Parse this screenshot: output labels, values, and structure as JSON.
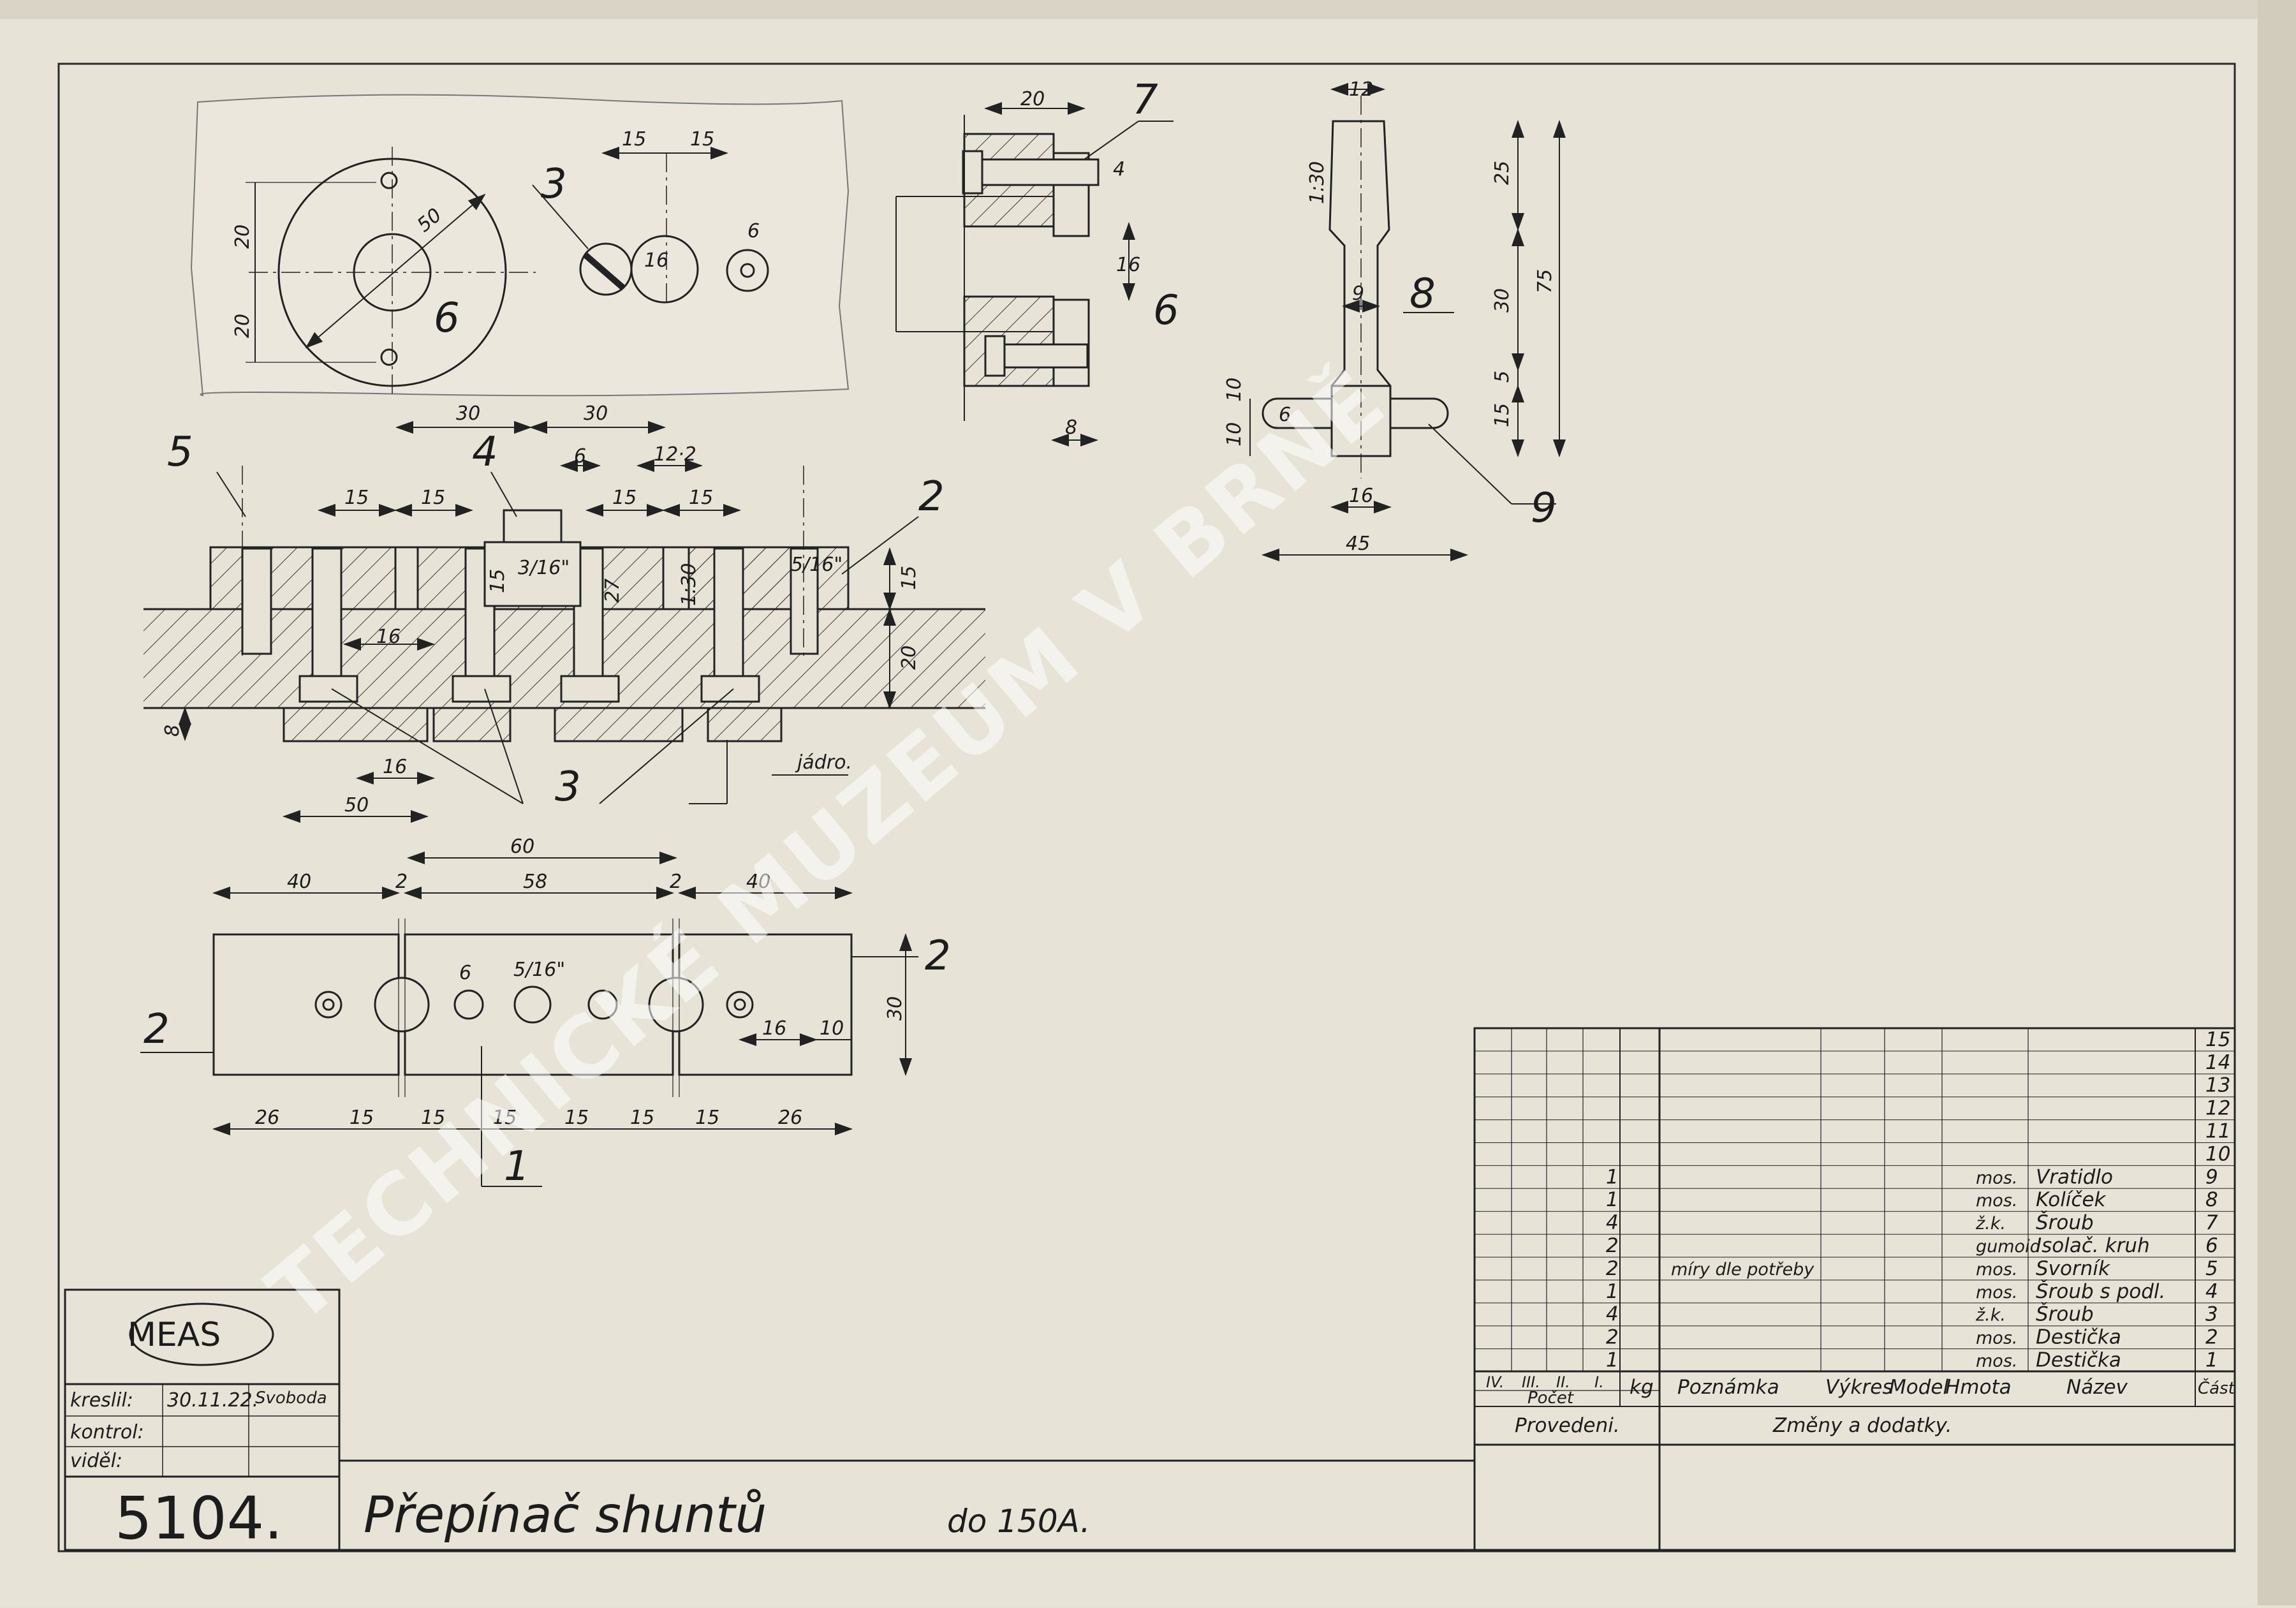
{
  "drawing": {
    "number": "5104.",
    "title": "Přepínač shuntů",
    "title_suffix": "do 150A.",
    "logo_text": "MEAS",
    "watermark": "TECHNICKÉ MUZEUM V BRNĚ",
    "sign_labels": {
      "drew": "kreslil:",
      "checked": "kontrol:",
      "seen": "viděl:"
    },
    "drew_date": "30.11.22.",
    "drew_signature": "Svoboda"
  },
  "title_block": {
    "footer": {
      "made": "Provedeni.",
      "changes": "Změny a dodatky."
    },
    "headers": {
      "v4": "IV.",
      "v3": "III.",
      "v2": "II.",
      "v1": "I.",
      "kg": "kg",
      "note": "Poznámka",
      "drawing": "Výkres",
      "model": "Model",
      "material": "Hmota",
      "name": "Název",
      "part": "Část",
      "count": "Počet"
    },
    "part_numbers": [
      "15",
      "14",
      "13",
      "12",
      "11",
      "10",
      "9",
      "8",
      "7",
      "6",
      "5",
      "4",
      "3",
      "2",
      "1"
    ],
    "parts": [
      {
        "qty": "1",
        "material": "mos.",
        "name": "Vratidlo",
        "part": "9",
        "note": ""
      },
      {
        "qty": "1",
        "material": "mos.",
        "name": "Kolíček",
        "part": "8",
        "note": ""
      },
      {
        "qty": "4",
        "material": "ž.k.",
        "name": "Šroub",
        "part": "7",
        "note": ""
      },
      {
        "qty": "2",
        "material": "gumoid",
        "name": "Isolač. kruh",
        "part": "6",
        "note": ""
      },
      {
        "qty": "2",
        "material": "mos.",
        "name": "Svorník",
        "part": "5",
        "note": "míry dle potřeby"
      },
      {
        "qty": "1",
        "material": "mos.",
        "name": "Šroub s podl.",
        "part": "4",
        "note": ""
      },
      {
        "qty": "4",
        "material": "ž.k.",
        "name": "Šroub",
        "part": "3",
        "note": ""
      },
      {
        "qty": "2",
        "material": "mos.",
        "name": "Destička",
        "part": "2",
        "note": ""
      },
      {
        "qty": "1",
        "material": "mos.",
        "name": "Destička",
        "part": "1",
        "note": ""
      }
    ]
  },
  "views": {
    "ring": {
      "label": "6",
      "d_50": "50",
      "v20a": "20",
      "v20b": "20"
    },
    "screws": {
      "label": "3",
      "d15a": "15",
      "d15b": "15",
      "d16": "16",
      "d6": "6"
    },
    "section_67": {
      "label7": "7",
      "label6": "6",
      "d20": "20",
      "d4": "4",
      "d16": "16",
      "d8": "8"
    },
    "handle": {
      "label8": "8",
      "label9": "9",
      "d12": "12",
      "taper": "1:30",
      "d25": "25",
      "d75": "75",
      "d9": "9",
      "d30": "30",
      "d5": "5",
      "d15": "15",
      "d10a": "10",
      "d10b": "10",
      "d6": "6",
      "d16": "16",
      "d45": "45"
    },
    "assembly": {
      "label5": "5",
      "label4": "4",
      "label2": "2",
      "label3": "3",
      "d30a": "30",
      "d30b": "30",
      "d6": "6",
      "d12_2": "12·2",
      "d15_1": "15",
      "d15_2": "15",
      "d15_3": "15",
      "d15_4": "15",
      "d15v": "15",
      "thread": "3/16\"",
      "d27": "27",
      "taper": "1:30",
      "thread2": "5/16\"",
      "d15r": "15",
      "d20r": "20",
      "d16": "16",
      "d8": "8",
      "d16b": "16",
      "d50": "50",
      "core": "jádro."
    },
    "plan": {
      "d60": "60",
      "d40a": "40",
      "d2a": "2",
      "d58": "58",
      "d2b": "2",
      "d40b": "40",
      "d6": "6",
      "thread": "5/16\"",
      "d30": "30",
      "d16": "16",
      "d10": "10",
      "bottom": [
        "26",
        "15",
        "15",
        "15",
        "15",
        "15",
        "15",
        "26"
      ],
      "label2l": "2",
      "label2r": "2",
      "label1": "1"
    }
  }
}
